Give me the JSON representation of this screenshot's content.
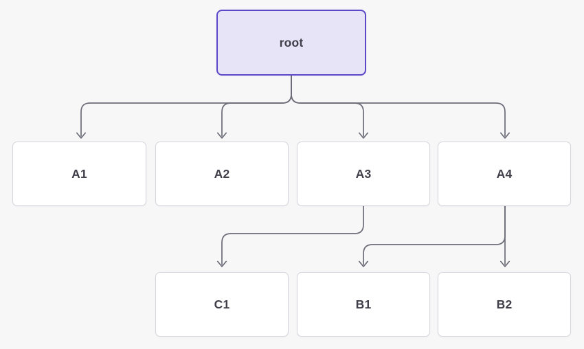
{
  "page": {
    "background_color": "#f7f7f8"
  },
  "diagram": {
    "type": "tree",
    "edge_color": "#6c6c78",
    "node_fill": "#ffffff",
    "node_border_color": "#d5d5db",
    "root_fill": "#e8e4f7",
    "root_border_color": "#5a48c8",
    "label_color": "#3f3e49",
    "nodes": {
      "root": {
        "label": "root"
      },
      "a1": {
        "label": "A1"
      },
      "a2": {
        "label": "A2"
      },
      "a3": {
        "label": "A3"
      },
      "a4": {
        "label": "A4"
      },
      "c1": {
        "label": "C1"
      },
      "b1": {
        "label": "B1"
      },
      "b2": {
        "label": "B2"
      }
    },
    "edges": [
      {
        "from": "root",
        "to": "A1"
      },
      {
        "from": "root",
        "to": "A2"
      },
      {
        "from": "root",
        "to": "A3"
      },
      {
        "from": "root",
        "to": "A4"
      },
      {
        "from": "A3",
        "to": "C1"
      },
      {
        "from": "A4",
        "to": "B1"
      },
      {
        "from": "A4",
        "to": "B2"
      }
    ]
  }
}
